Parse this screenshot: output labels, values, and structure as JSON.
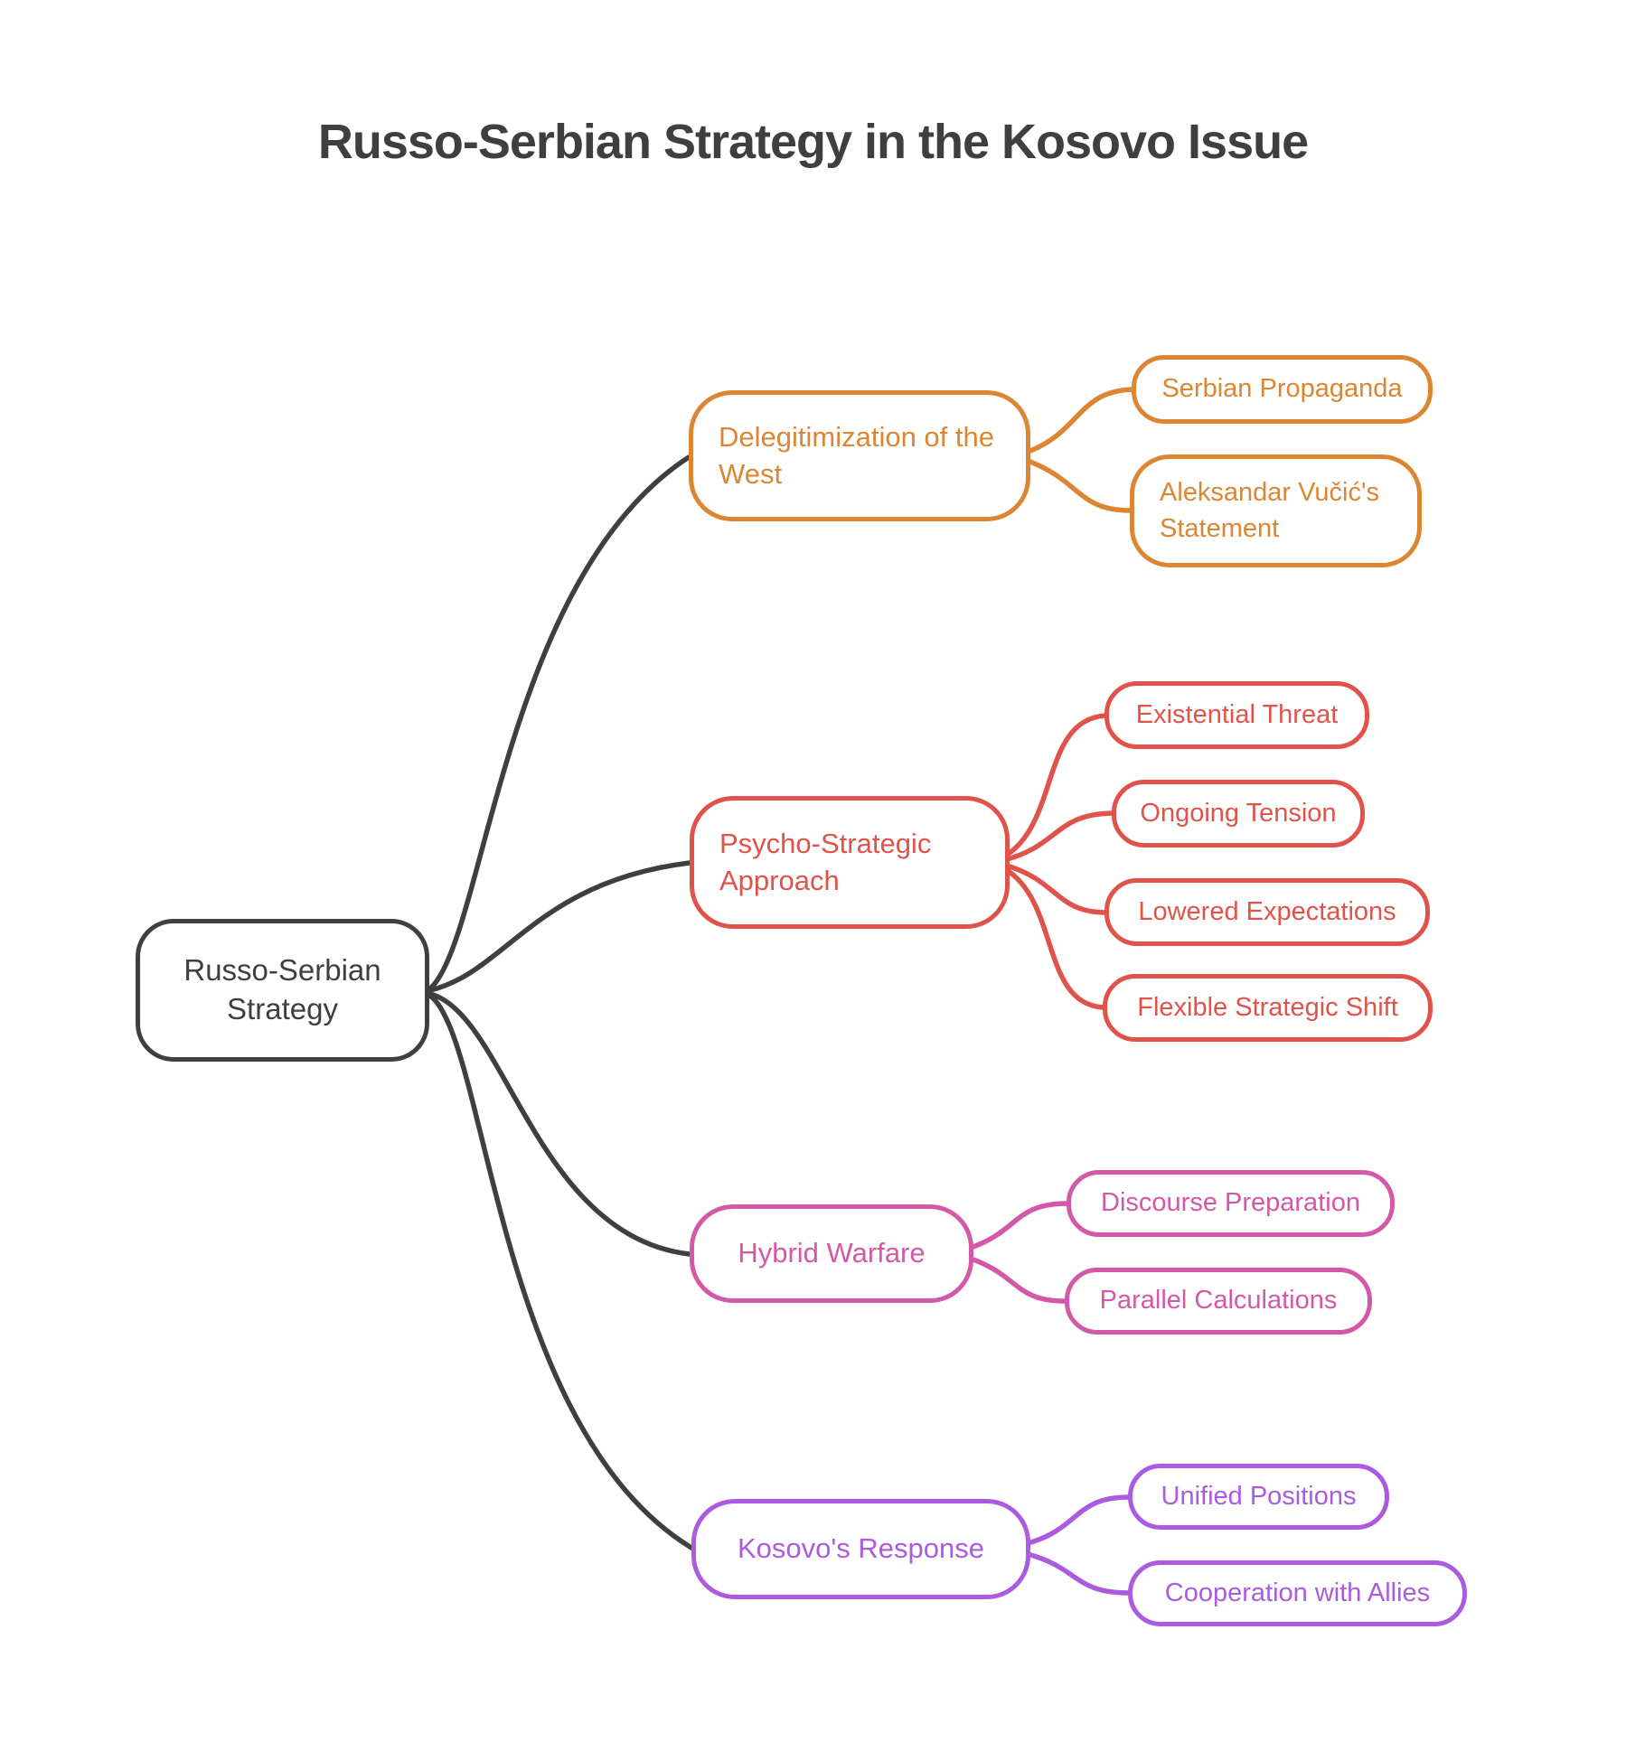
{
  "title": "Russo-Serbian Strategy in the Kosovo Issue",
  "palette": {
    "dark": "#3F3F3F",
    "orange": "#DC8633",
    "red": "#DF534B",
    "pink": "#D458A8",
    "purple": "#AB5BE0"
  },
  "root": {
    "label": "Russo-Serbian Strategy"
  },
  "branches": [
    {
      "label": "Delegitimization of the West",
      "color": "#DC8633",
      "children": [
        {
          "label": "Serbian Propaganda"
        },
        {
          "label": "Aleksandar Vučić's Statement"
        }
      ]
    },
    {
      "label": "Psycho-Strategic Approach",
      "color": "#DF534B",
      "children": [
        {
          "label": "Existential Threat"
        },
        {
          "label": "Ongoing Tension"
        },
        {
          "label": "Lowered Expectations"
        },
        {
          "label": "Flexible Strategic Shift"
        }
      ]
    },
    {
      "label": "Hybrid Warfare",
      "color": "#D458A8",
      "children": [
        {
          "label": "Discourse Preparation"
        },
        {
          "label": "Parallel Calculations"
        }
      ]
    },
    {
      "label": "Kosovo's Response",
      "color": "#AB5BE0",
      "children": [
        {
          "label": "Unified Positions"
        },
        {
          "label": "Cooperation with Allies"
        }
      ]
    }
  ]
}
